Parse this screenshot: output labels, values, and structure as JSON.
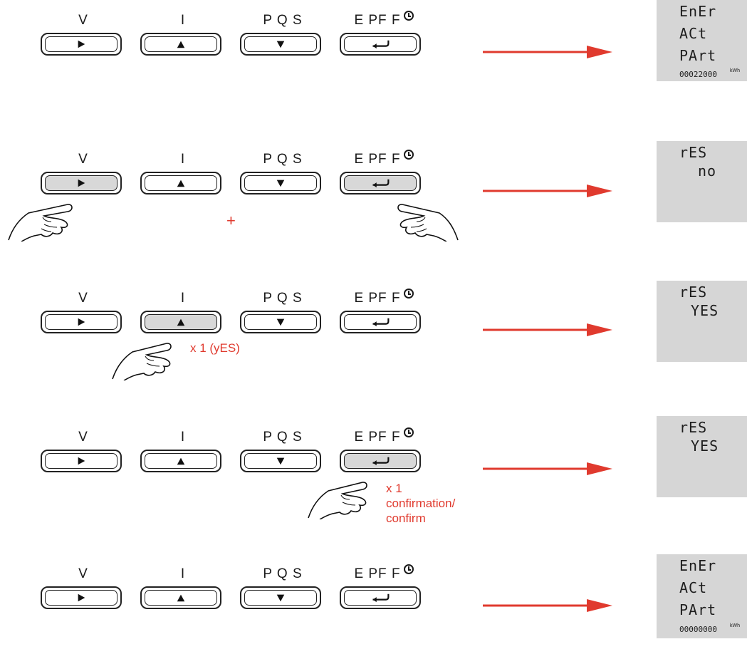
{
  "keys": [
    {
      "label": "V",
      "symbol": "play-triangle-icon"
    },
    {
      "label": "I",
      "symbol": "up-triangle-icon"
    },
    {
      "label": "P Q S",
      "symbol": "down-triangle-icon"
    },
    {
      "label": "E PF F",
      "symbol": "enter-return-icon",
      "extra_icon": "clock-icon"
    }
  ],
  "steps": [
    {
      "pressed": [],
      "display": {
        "lines": [
          "EnEr",
          "ACt",
          "PArt"
        ],
        "counter": "00022000",
        "unit": "kWh"
      }
    },
    {
      "pressed": [
        "V",
        "E PF F"
      ],
      "note": "+",
      "display": {
        "lines": [
          "rES",
          "no"
        ]
      }
    },
    {
      "pressed": [
        "I"
      ],
      "note": "x 1 (yES)",
      "display": {
        "lines": [
          "rES",
          "YES"
        ]
      }
    },
    {
      "pressed": [
        "E PF F"
      ],
      "note_lines": [
        "x 1",
        "confirmation/",
        "confirm"
      ],
      "display": {
        "lines": [
          "rES",
          "YES"
        ]
      }
    },
    {
      "pressed": [],
      "display": {
        "lines": [
          "EnEr",
          "ACt",
          "PArt"
        ],
        "counter": "00000000",
        "unit": "kWh"
      }
    }
  ],
  "colors": {
    "arrow": "#e03a2e",
    "note": "#e03a2e",
    "lcd_bg": "#d6d6d6",
    "key_pressed": "#d8d8d8"
  }
}
